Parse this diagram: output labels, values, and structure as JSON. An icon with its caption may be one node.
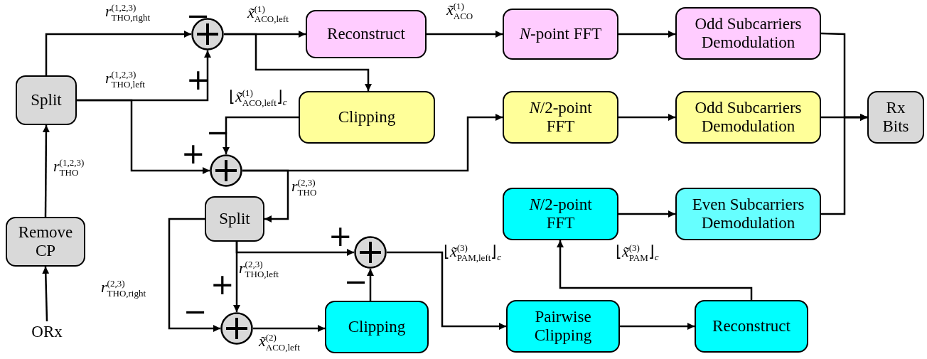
{
  "diagram": {
    "nodes": [
      {
        "text": [
          "ORx"
        ]
      },
      {
        "text": [
          "Remove CP"
        ]
      },
      {
        "text": [
          "Split"
        ]
      },
      {
        "text": [],
        "shape": "circle"
      },
      {
        "text": [
          "Reconstruct"
        ]
      },
      {
        "text": [
          "*N*-point FFT"
        ]
      },
      {
        "text": [
          "Odd Subcarriers Demodulation"
        ]
      },
      {
        "text": [
          "Clipping"
        ]
      },
      {
        "text": [],
        "shape": "circle"
      },
      {
        "text": [
          "*N*/2-point FFT"
        ]
      },
      {
        "text": [
          "Odd Subcarriers Demodulation"
        ]
      },
      {
        "text": [
          "Rx Bits"
        ]
      },
      {
        "text": [
          "Split"
        ]
      },
      {
        "text": [],
        "shape": "circle"
      },
      {
        "text": [],
        "shape": "circle"
      },
      {
        "text": [
          "Clipping"
        ]
      },
      {
        "text": [
          "*N*/2-point FFT"
        ]
      },
      {
        "text": [
          "Even Subcarriers Demodulation"
        ]
      },
      {
        "text": [
          "Pairwise Clipping"
        ]
      },
      {
        "text": [
          "Reconstruct"
        ]
      }
    ],
    "edges": [
      {
        "from": 0,
        "to": 1,
        "arrow": "to"
      },
      {
        "from": 1,
        "to": 2,
        "arrow": "to",
        "label": "*r*$^{(1,2,3)}$$_{THO}$"
      },
      {
        "from": 2,
        "to": 3,
        "arrow": "to",
        "label": "*r*$^{(1,2,3)}$$_{THO,right}$"
      },
      {
        "from": 2,
        "to": 3,
        "arrow": "to",
        "label": "*r*$^{(1,2,3)}$$_{THO,left}$"
      },
      {
        "from": 2,
        "to": 8,
        "arrow": "to"
      },
      {
        "from": 3,
        "to": 4,
        "arrow": "to",
        "label": "*x̃*$^{(1)}$$_{ACO,left}$"
      },
      {
        "from": 3,
        "to": 7,
        "arrow": "to"
      },
      {
        "from": 4,
        "to": 5,
        "arrow": "to",
        "label": "*x̃*$^{(1)}$$_{ACO}$"
      },
      {
        "from": 5,
        "to": 6,
        "arrow": "to"
      },
      {
        "from": 7,
        "to": 8,
        "arrow": "to",
        "label": "⌊*x̃*$^{(1)}$$_{ACO,left}$⌋$_{c}$"
      },
      {
        "from": 8,
        "to": 9,
        "arrow": "to"
      },
      {
        "from": 8,
        "to": 12,
        "arrow": "to",
        "label": "*r*$^{(2,3)}$$_{THO}$"
      },
      {
        "from": 9,
        "to": 10,
        "arrow": "to"
      },
      {
        "from": 6,
        "to": 11,
        "arrow": "to"
      },
      {
        "from": 10,
        "to": 11,
        "arrow": "to"
      },
      {
        "from": 17,
        "to": 11,
        "arrow": "to"
      },
      {
        "from": 12,
        "to": 13,
        "arrow": "to"
      },
      {
        "from": 12,
        "to": 14,
        "arrow": "to",
        "label": "*r*$^{(2,3)}$$_{THO,left}$"
      },
      {
        "from": 12,
        "to": 14,
        "arrow": "to",
        "label": "*r*$^{(2,3)}$$_{THO,right}$"
      },
      {
        "from": 14,
        "to": 15,
        "arrow": "to",
        "label": "*x̃*$^{(2)}$$_{ACO,left}$"
      },
      {
        "from": 15,
        "to": 13,
        "arrow": "to"
      },
      {
        "from": 13,
        "to": 18,
        "arrow": "to",
        "label": "⌊*x̃*$^{(3)}$$_{PAM,left}$⌋$_{c}$"
      },
      {
        "from": 18,
        "to": 19,
        "arrow": "to"
      },
      {
        "from": 19,
        "to": 16,
        "arrow": "to",
        "label": "⌊*x̃*$^{(3)}$$_{PAM}$⌋$_{c}$"
      },
      {
        "from": 16,
        "to": 17,
        "arrow": "to"
      }
    ],
    "labels": [
      "−",
      "+",
      "−",
      "+",
      "+",
      "−",
      "+",
      "−"
    ]
  }
}
